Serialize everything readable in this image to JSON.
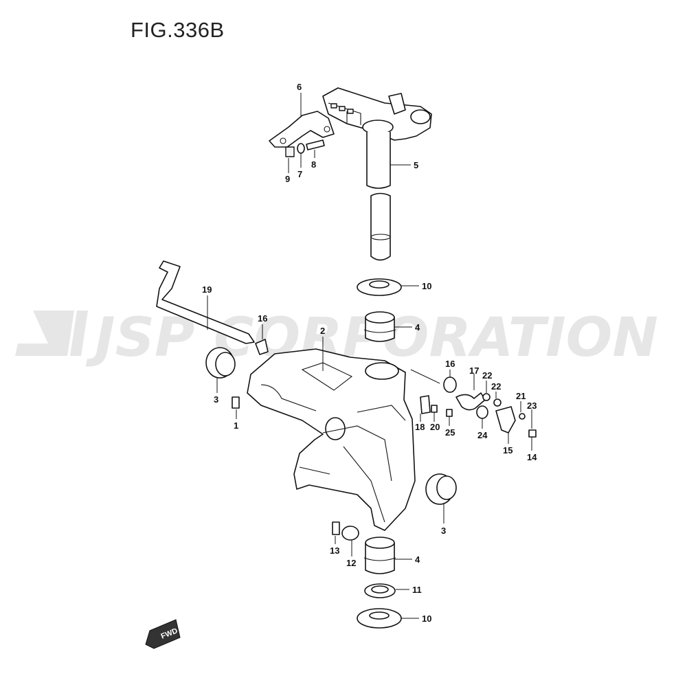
{
  "figure": {
    "title": "FIG.336B"
  },
  "watermark": {
    "text": "JSP CORPORATION"
  },
  "fwd_badge": {
    "text": "FWD"
  },
  "callouts": [
    {
      "id": "c1",
      "text": "1"
    },
    {
      "id": "c2",
      "text": "2"
    },
    {
      "id": "c3a",
      "text": "3"
    },
    {
      "id": "c3b",
      "text": "3"
    },
    {
      "id": "c4a",
      "text": "4"
    },
    {
      "id": "c4b",
      "text": "4"
    },
    {
      "id": "c5",
      "text": "5"
    },
    {
      "id": "c6",
      "text": "6"
    },
    {
      "id": "c7",
      "text": "7"
    },
    {
      "id": "c8",
      "text": "8"
    },
    {
      "id": "c9",
      "text": "9"
    },
    {
      "id": "c10a",
      "text": "10"
    },
    {
      "id": "c10b",
      "text": "10"
    },
    {
      "id": "c11",
      "text": "11"
    },
    {
      "id": "c12",
      "text": "12"
    },
    {
      "id": "c13",
      "text": "13"
    },
    {
      "id": "c14",
      "text": "14"
    },
    {
      "id": "c15",
      "text": "15"
    },
    {
      "id": "c16a",
      "text": "16"
    },
    {
      "id": "c16b",
      "text": "16"
    },
    {
      "id": "c17",
      "text": "17"
    },
    {
      "id": "c18",
      "text": "18"
    },
    {
      "id": "c19",
      "text": "19"
    },
    {
      "id": "c20",
      "text": "20"
    },
    {
      "id": "c21",
      "text": "21"
    },
    {
      "id": "c22a",
      "text": "22"
    },
    {
      "id": "c22b",
      "text": "22"
    },
    {
      "id": "c23",
      "text": "23"
    },
    {
      "id": "c24",
      "text": "24"
    },
    {
      "id": "c25",
      "text": "25"
    }
  ]
}
